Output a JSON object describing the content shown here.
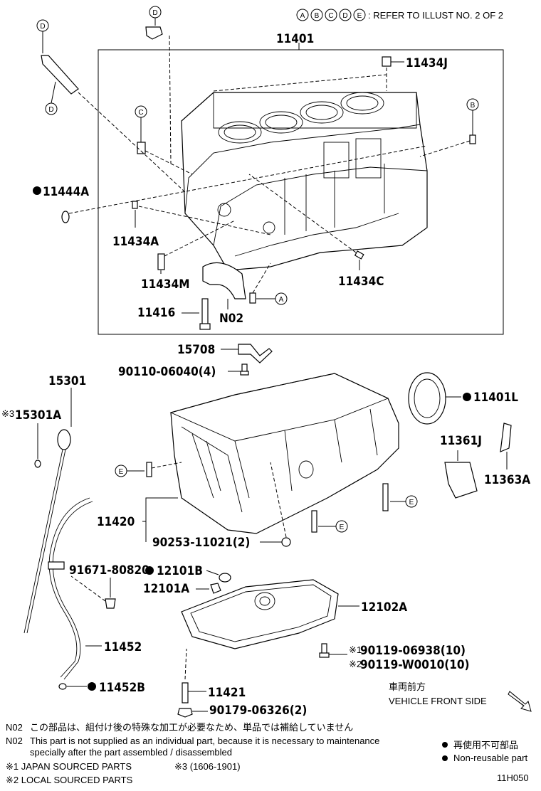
{
  "header": {
    "refer_letters": [
      "A",
      "B",
      "C",
      "D",
      "E"
    ],
    "refer_text": ": REFER TO ILLUST NO. 2 OF 2"
  },
  "parts": {
    "p11401": "11401",
    "p11434J": "11434J",
    "p11444A": "11444A",
    "p11434A": "11434A",
    "p11434M": "11434M",
    "p11434C": "11434C",
    "p11416": "11416",
    "pN02": "N02",
    "p15708": "15708",
    "p90110": "90110-06040(4)",
    "p15301": "15301",
    "p15301A": "15301A",
    "p11401L": "11401L",
    "p11361J": "11361J",
    "p11363A": "11363A",
    "p11420": "11420",
    "p90253": "90253-11021(2)",
    "p91671": "91671-80820",
    "p12101B": "12101B",
    "p12101A": "12101A",
    "p12102A": "12102A",
    "p11452": "11452",
    "p11452B": "11452B",
    "p90119a": "90119-06938(10)",
    "p90119b": "90119-W0010(10)",
    "p11421": "11421",
    "p90179": "90179-06326(2)"
  },
  "marks": {
    "m1": "※1",
    "m2": "※2",
    "m3": "※3"
  },
  "callouts": {
    "D": "D",
    "C": "C",
    "B": "B",
    "A": "A",
    "E": "E"
  },
  "vehicle_front": {
    "jp": "車両前方",
    "en": "VEHICLE FRONT SIDE"
  },
  "notes": {
    "n02_code": "N02",
    "n02_jp": "この部品は、組付け後の特殊な加工が必要なため、単品では補給していません",
    "n02_en_1": "This part is not supplied as an individual part, because it is necessary to maintenance",
    "n02_en_2": "specially after the part assembled / disassembled",
    "japan": "※1 JAPAN SOURCED PARTS",
    "local": "※2 LOCAL SOURCED PARTS",
    "date": "※3 (1606-1901)",
    "nonreuse_jp": "再使用不可部品",
    "nonreuse_en": "Non-reusable part",
    "code": "11H050"
  }
}
